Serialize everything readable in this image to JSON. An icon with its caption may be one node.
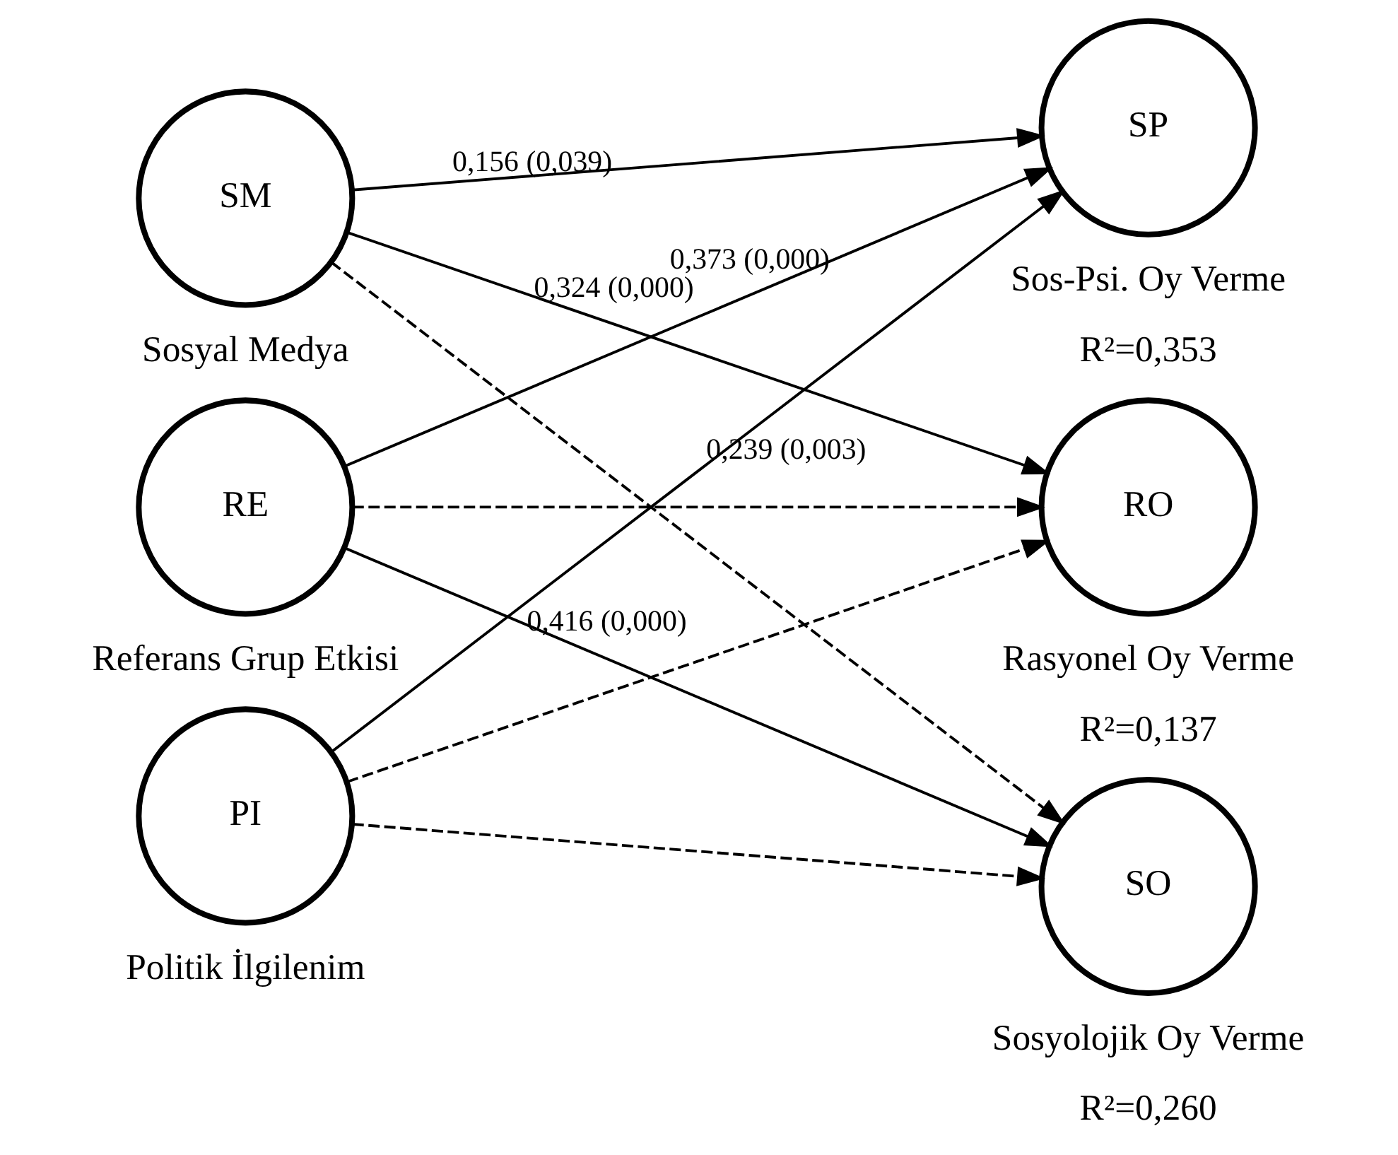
{
  "diagram": {
    "nodes": [
      {
        "text": [
          "SM"
        ],
        "beside": [
          "Sosyal Medya"
        ]
      },
      {
        "text": [
          "RE"
        ],
        "beside": [
          "Referans Grup Etkisi"
        ]
      },
      {
        "text": [
          "PI"
        ],
        "beside": [
          "Politik İlgilenim"
        ]
      },
      {
        "text": [
          "SP"
        ],
        "beside": [
          "Sos-Psi. Oy Verme",
          "R²=0,353"
        ]
      },
      {
        "text": [
          "RO"
        ],
        "beside": [
          "Rasyonel Oy Verme",
          "R²=0,137"
        ]
      },
      {
        "text": [
          "SO"
        ],
        "beside": [
          "Sosyolojik Oy Verme",
          "R²=0,260"
        ]
      }
    ],
    "edges": [
      {
        "from": 0,
        "to": 3,
        "arrow": "to",
        "label": "0,156 (0,039)"
      },
      {
        "from": 0,
        "to": 4,
        "arrow": "to",
        "label": "0,324 (0,000)"
      },
      {
        "from": 0,
        "to": 5,
        "arrow": "to",
        "style": "dashed"
      },
      {
        "from": 1,
        "to": 3,
        "arrow": "to",
        "label": "0,373 (0,000)"
      },
      {
        "from": 1,
        "to": 4,
        "arrow": "to",
        "style": "dashed"
      },
      {
        "from": 1,
        "to": 5,
        "arrow": "to",
        "label": "0,416 (0,000)"
      },
      {
        "from": 2,
        "to": 3,
        "arrow": "to",
        "label": "0,239 (0,003)"
      },
      {
        "from": 2,
        "to": 4,
        "arrow": "to",
        "style": "dashed"
      },
      {
        "from": 2,
        "to": 5,
        "arrow": "to",
        "style": "dashed"
      }
    ]
  }
}
